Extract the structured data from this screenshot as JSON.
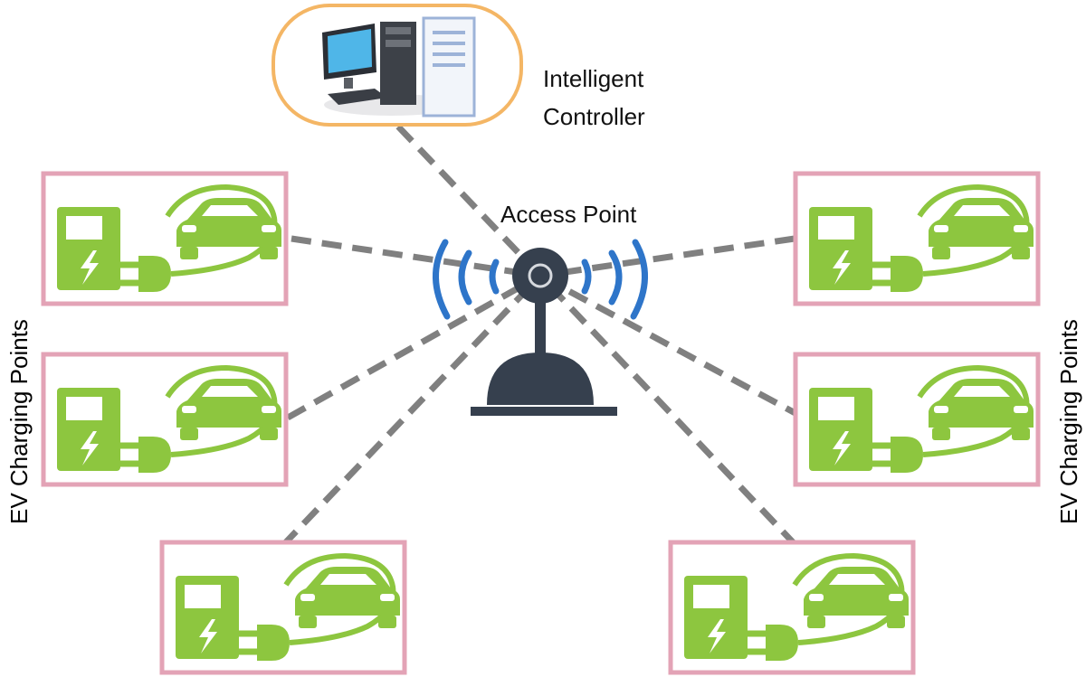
{
  "controller": {
    "label_line1": "Intelligent",
    "label_line2": "Controller",
    "border_color": "#f4b665"
  },
  "access_point": {
    "label": "Access Point",
    "body_color": "#36404e",
    "wave_color": "#2e75c9"
  },
  "charging_points": {
    "left_label": "EV Charging Points",
    "right_label": "EV Charging Points",
    "count": 6,
    "icon_color": "#8dc63f",
    "box_color": "#e3a3b6"
  },
  "links": {
    "style": "dashed",
    "color": "#808080"
  }
}
